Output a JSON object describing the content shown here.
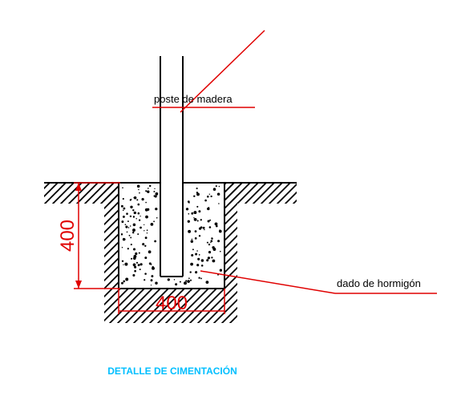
{
  "labels": {
    "post": "poste de madera",
    "block": "dado de hormigón",
    "depth_dimension": "400",
    "width_dimension": "400",
    "title": "DETALLE DE CIMENTACIÓN"
  },
  "colors": {
    "ink": "#000000",
    "dimension": "#e00000",
    "title": "#00bfff"
  }
}
